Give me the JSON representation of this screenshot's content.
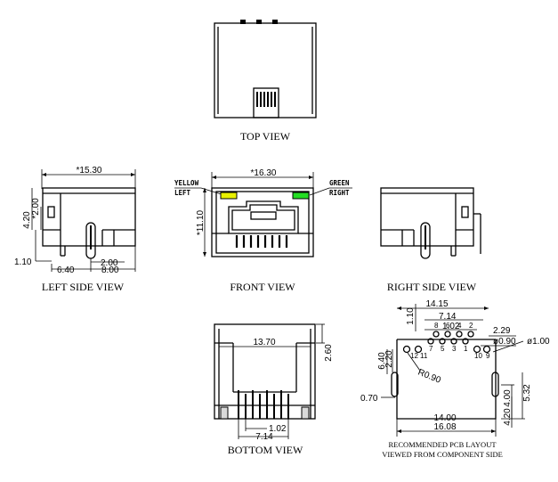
{
  "views": {
    "top": "TOP VIEW",
    "left": "LEFT SIDE VIEW",
    "front": "FRONT VIEW",
    "right": "RIGHT SIDE VIEW",
    "bottom": "BOTTOM VIEW",
    "pcb_line1": "RECOMMENDED PCB LAYOUT",
    "pcb_line2": "VIEWED FROM COMPONENT SIDE"
  },
  "led": {
    "yellow_label": "YELLOW",
    "left_label": "LEFT",
    "green_label": "GREEN",
    "right_label": "RIGHT",
    "yellow_color": "#e8f000",
    "green_color": "#22dd22"
  },
  "dims": {
    "left_width": "*15.30",
    "left_h1": "4.20",
    "left_h2": "*2.00",
    "left_110": "1.10",
    "left_640": "6.40",
    "left_200": "2.00",
    "left_800": "8.00",
    "front_width": "*16.30",
    "front_height": "*11.10",
    "bottom_1370": "13.70",
    "bottom_260": "2.60",
    "bottom_102": "1.02",
    "bottom_714": "7.14",
    "pcb_1415": "14.15",
    "pcb_714": "7.14",
    "pcb_102": "1.02",
    "pcb_110": "1.10",
    "pcb_229": "2.29",
    "pcb_d090": "ø0.90",
    "pcb_d100": "ø1.00",
    "pcb_640": "6.40",
    "pcb_220": "2.20",
    "pcb_r090": "R0.90",
    "pcb_070": "0.70",
    "pcb_400": "4.00",
    "pcb_532": "5.32",
    "pcb_420": "4.20",
    "pcb_1400": "14.00",
    "pcb_1608": "16.08"
  },
  "pins": [
    "12",
    "11",
    "7",
    "5",
    "3",
    "1",
    "8",
    "6",
    "4",
    "2",
    "10",
    "9"
  ]
}
